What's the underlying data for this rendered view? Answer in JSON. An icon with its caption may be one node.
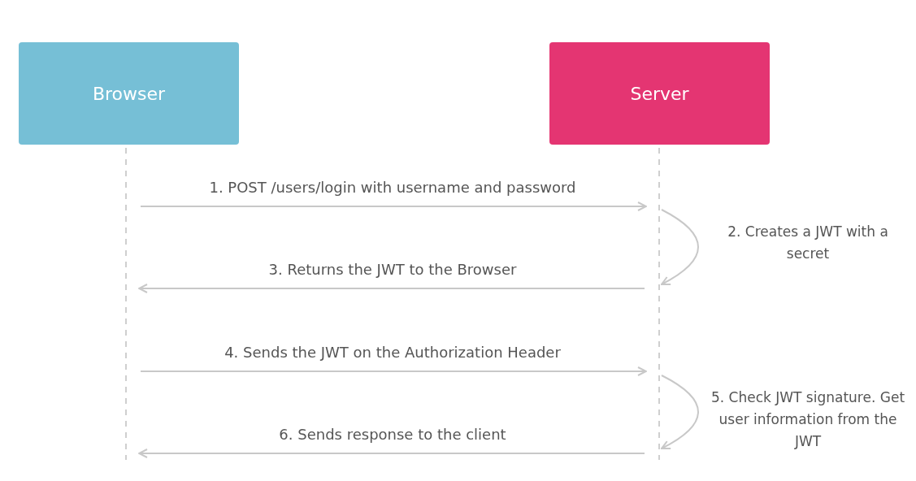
{
  "diagram": {
    "nodes": [
      {
        "text": [
          "Browser"
        ]
      },
      {
        "text": [
          "Server"
        ]
      }
    ],
    "edges": [
      {
        "from": 0,
        "to": 1,
        "arrow": "to",
        "label": "1. POST /users/login with username and password"
      },
      {
        "from": 1,
        "to": 1,
        "arrow": "to",
        "label": "2. Creates a JWT with a secret"
      },
      {
        "from": 1,
        "to": 0,
        "arrow": "to",
        "label": "3. Returns the JWT to the Browser"
      },
      {
        "from": 0,
        "to": 1,
        "arrow": "to",
        "label": "4. Sends the JWT on the Authorization Header"
      },
      {
        "from": 1,
        "to": 1,
        "arrow": "to",
        "label": "5. Check JWT signature. Get user information from the JWT"
      },
      {
        "from": 1,
        "to": 0,
        "arrow": "to",
        "label": "6. Sends response to the client"
      }
    ]
  }
}
